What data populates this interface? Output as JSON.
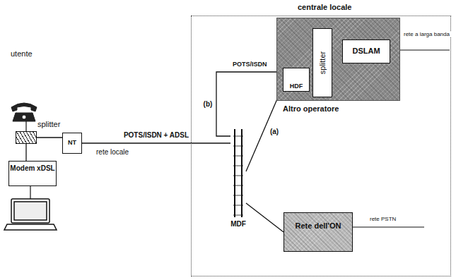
{
  "diagram": {
    "nodes": [
      {
        "text": [
          "centrale locale"
        ]
      },
      {
        "text": [
          "Altro operatore"
        ],
        "in": 0
      },
      {
        "text": [
          "HDF"
        ],
        "in": 1
      },
      {
        "text": [
          "splitter"
        ],
        "in": 1
      },
      {
        "text": [
          "DSLAM"
        ],
        "in": 1
      },
      {
        "text": [
          "MDF"
        ],
        "in": 0
      },
      {
        "text": [
          "Rete dell'ON"
        ],
        "in": 0
      },
      {
        "text": [
          "splitter"
        ]
      },
      {
        "text": [
          "NT"
        ]
      },
      {
        "text": [
          "Modem xDSL"
        ]
      }
    ],
    "edges": [
      {
        "from": 7,
        "to": 8,
        "arrow": "none"
      },
      {
        "from": 7,
        "to": 9,
        "arrow": "none"
      },
      {
        "from": 8,
        "to": 5,
        "label": "POTS/ISDN + ADSL",
        "arrow": "none"
      },
      {
        "from": 5,
        "to": 2,
        "label": "(a)",
        "arrow": "none"
      },
      {
        "from": 5,
        "to": 2,
        "label": "(b)",
        "arrow": "none"
      },
      {
        "from": 5,
        "to": 6,
        "arrow": "none"
      },
      {
        "from": 2,
        "to": 3,
        "arrow": "none"
      },
      {
        "from": 3,
        "to": 4,
        "arrow": "none"
      }
    ],
    "labels": [
      "utente",
      "rete locale",
      "POTS/ISDN",
      "rete a larga banda",
      "rete PSTN"
    ]
  }
}
